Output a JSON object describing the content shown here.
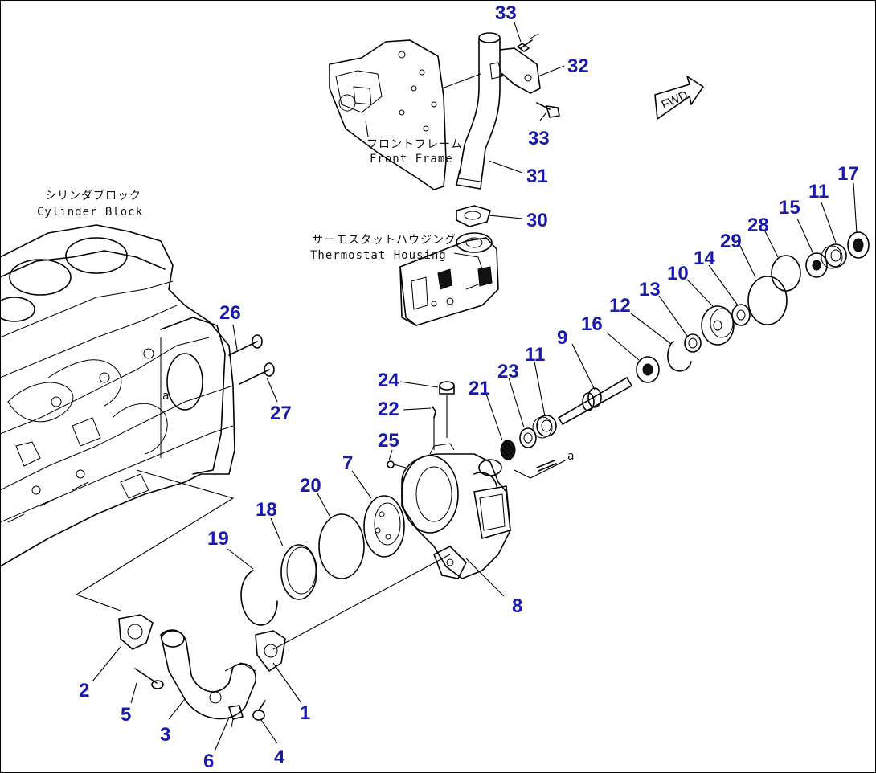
{
  "labels": {
    "front_frame_jp": "フロントフレーム",
    "front_frame_en": "Front Frame",
    "cylinder_block_jp": "シリンダブロック",
    "cylinder_block_en": "Cylinder Block",
    "thermostat_housing_jp": "サーモスタットハウジング",
    "thermostat_housing_en": "Thermostat Housing",
    "fwd": "FWD",
    "ref_a": "a"
  },
  "callouts": {
    "c1": "1",
    "c2": "2",
    "c3": "3",
    "c4": "4",
    "c5": "5",
    "c6": "6",
    "c7": "7",
    "c8": "8",
    "c9": "9",
    "c10a": "10",
    "c11a": "11",
    "c11b": "11",
    "c12": "12",
    "c13": "13",
    "c14": "14",
    "c15": "15",
    "c16": "16",
    "c17": "17",
    "c18": "18",
    "c19": "19",
    "c20": "20",
    "c21": "21",
    "c22": "22",
    "c23": "23",
    "c24": "24",
    "c25": "25",
    "c26": "26",
    "c27": "27",
    "c28": "28",
    "c29": "29",
    "c30": "30",
    "c31": "31",
    "c32": "32",
    "c33a": "33",
    "c33b": "33"
  },
  "colors": {
    "callout": "#1a1aa8",
    "line": "#000000",
    "background": "#ffffff"
  }
}
